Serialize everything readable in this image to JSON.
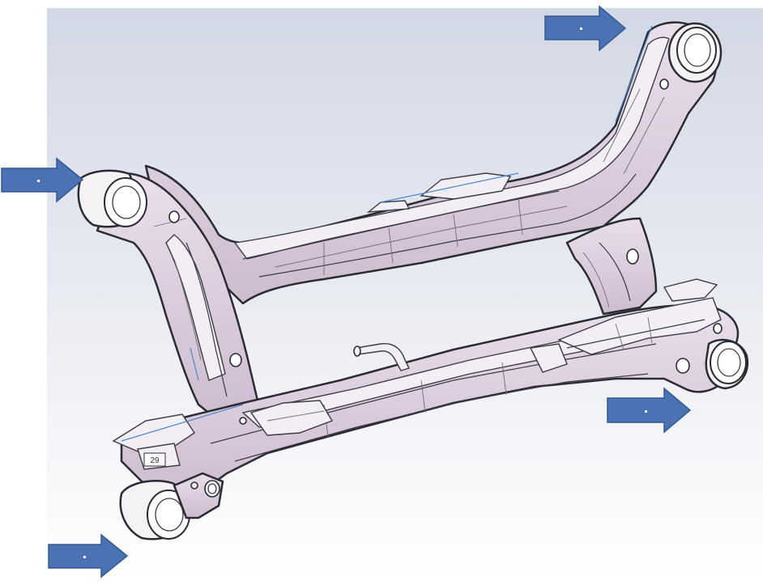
{
  "figure": {
    "subject": "subframe-cad-render",
    "colors": {
      "frame": "#d9cadb",
      "frame_highlight": "#f3eef4",
      "background_top": "#d3d8e6",
      "background_bottom": "#ffffff",
      "arrow": "#4a72b4",
      "edge_blue": "#4a88c8"
    },
    "arrows": [
      {
        "id": "top-right",
        "direction": "right"
      },
      {
        "id": "left",
        "direction": "right"
      },
      {
        "id": "right",
        "direction": "right"
      },
      {
        "id": "bottom-left",
        "direction": "right"
      }
    ],
    "label_plate_text": "29"
  }
}
